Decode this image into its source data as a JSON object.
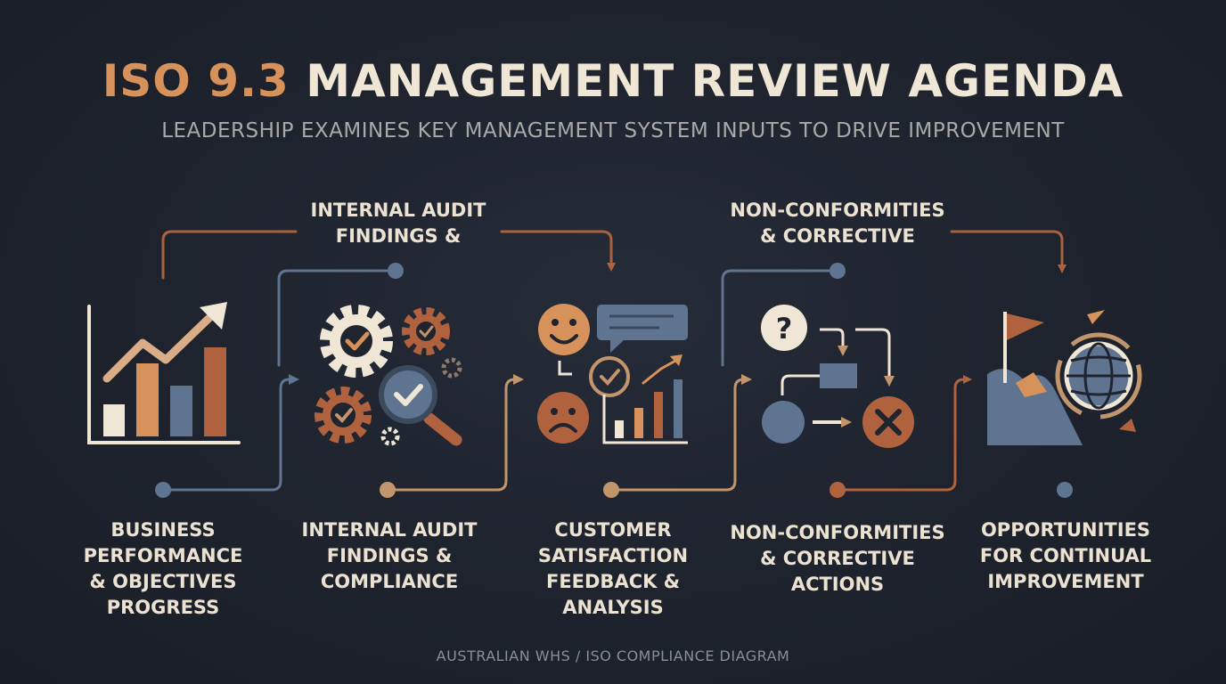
{
  "header": {
    "title_accent": "ISO 9.3",
    "title_rest": "MANAGEMENT REVIEW AGENDA",
    "subtitle": "LEADERSHIP EXAMINES KEY MANAGEMENT SYSTEM INPUTS TO DRIVE IMPROVEMENT"
  },
  "top_labels": [
    "INTERNAL AUDIT\nFINDINGS &",
    "NON-CONFORMITIES\n& CORRECTIVE"
  ],
  "steps": [
    {
      "label": "BUSINESS\nPERFORMANCE\n& OBJECTIVES\nPROGRESS",
      "icon": "bar-chart-trend-icon"
    },
    {
      "label": "INTERNAL AUDIT\nFINDINGS &\nCOMPLIANCE",
      "icon": "gears-magnifier-check-icon"
    },
    {
      "label": "CUSTOMER\nSATISFACTION\nFEEDBACK &\nANALYSIS",
      "icon": "smiley-feedback-chart-icon"
    },
    {
      "label": "NON-CONFORMITIES\n& CORRECTIVE\nACTIONS",
      "icon": "question-flow-x-icon"
    },
    {
      "label": "OPPORTUNITIES\nFOR CONTINUAL\nIMPROVEMENT",
      "icon": "flag-globe-cycle-icon"
    }
  ],
  "footer": "AUSTRALIAN WHS / ISO COMPLIANCE DIAGRAM",
  "colors": {
    "background": "#1d222c",
    "cream": "#efe6d6",
    "orange": "#d6925a",
    "rust": "#b0623e",
    "tan": "#c2956c",
    "slate": "#5e7490",
    "gray_text": "#a9a9a6"
  }
}
